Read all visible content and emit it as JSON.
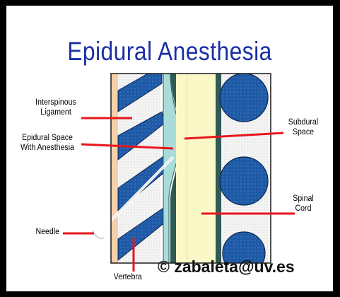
{
  "title": "Epidural Anesthesia",
  "labels": {
    "interspinous_line1": "Interspinous",
    "interspinous_line2": "Ligament",
    "epidural_line1": "Epidural Space",
    "epidural_line2": "With Anesthesia",
    "needle": "Needle",
    "vertebra": "Vertebra",
    "subdural_line1": "Subdural",
    "subdural_line2": "Space",
    "spinal_line1": "Spinal",
    "spinal_line2": "Cord"
  },
  "credit": "© zabaleta@uv.es",
  "colors": {
    "title": "#1b2fa3",
    "leader_lines": "#e8141d",
    "vertebra_blue": "#1f5aa6",
    "anesthesia": "#a9dcd8",
    "cord": "#fbf8c8",
    "dura": "#2f5a55"
  }
}
